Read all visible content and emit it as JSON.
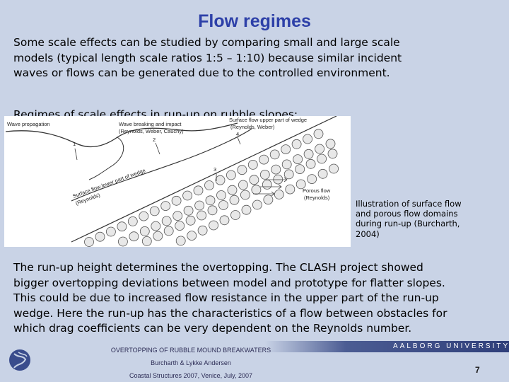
{
  "slide": {
    "title": "Flow regimes",
    "intro": "Some scale effects can be studied by comparing small and large scale models (typical length scale ratios 1:5 – 1:10) because similar incident waves or flows can be generated due to the controlled environment.",
    "regimes_heading": "Regimes of scale effects in run-up on rubble slopes:",
    "caption": "Illustration of surface flow and porous flow domains during run-up (Burcharth, 2004)",
    "body": "The run-up height determines the overtopping. The CLASH project showed bigger overtopping deviations between model and prototype for flatter slopes. This could be due to increased flow resistance in the upper part of the run-up wedge. Here the run-up has the characteristics of a flow between obstacles for which drag coefficients can be very dependent on the Reynolds number."
  },
  "figure": {
    "wave_propagation": "Wave propagation",
    "wave_breaking_line1": "Wave breaking and impact",
    "wave_breaking_line2": "(Reynolds, Weber, Cauchy)",
    "surface_upper_line1": "Surface flow upper part of wedge",
    "surface_upper_line2": "(Reynolds, Weber)",
    "surface_lower_line1": "Surface flow lower part of wedge",
    "surface_lower_line2": "(Reynolds)",
    "porous_line1": "Porous flow",
    "porous_line2": "(Reynolds)",
    "n1": "1",
    "n2": "2",
    "n3": "3",
    "n4": "4"
  },
  "footer": {
    "university": "AALBORG UNIVERSITY",
    "title": "OVERTOPPING OF RUBBLE MOUND BREAKWATERS",
    "authors": "Burcharth & Lykke Andersen",
    "conference": "Coastal Structures 2007, Venice, July, 2007",
    "page_number": "7"
  }
}
